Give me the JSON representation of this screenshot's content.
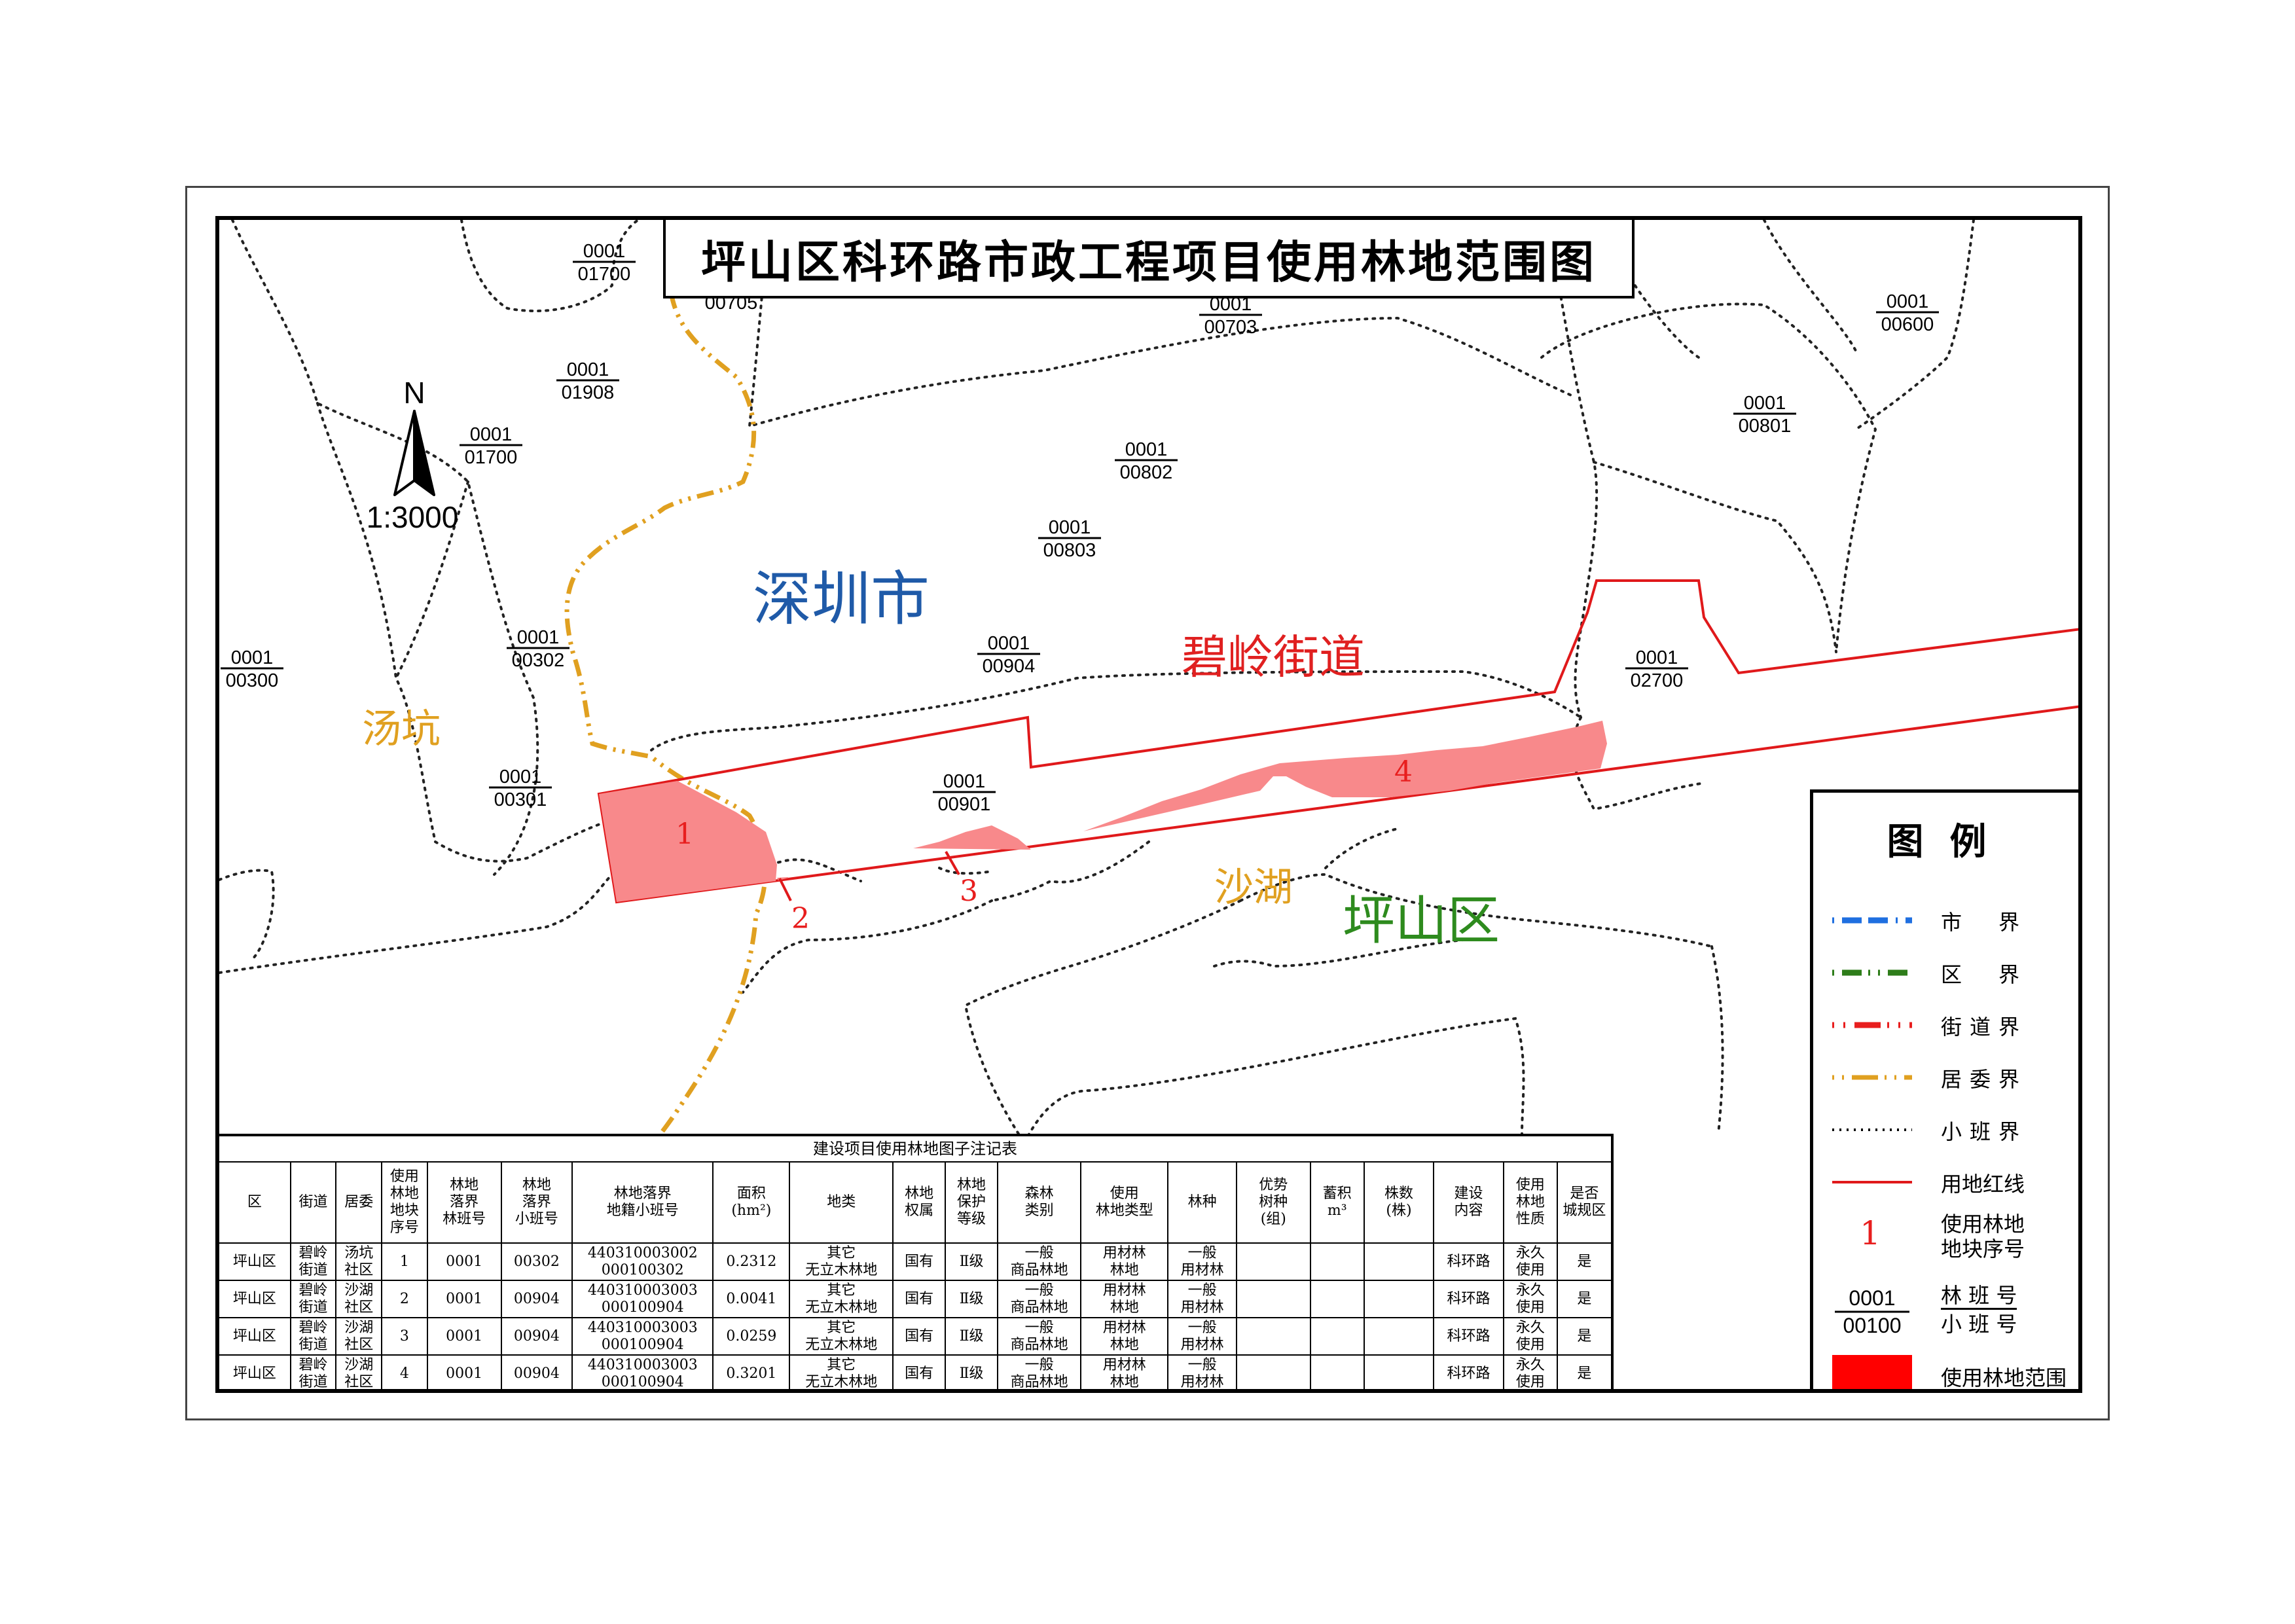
{
  "title": "坪山区科环路市政工程项目使用林地范围图",
  "scale": "1:3000",
  "north": "N",
  "regions": {
    "city": "深圳市",
    "district": "坪山区",
    "street": "碧岭街道",
    "community_a": "汤坑",
    "community_b": "沙湖"
  },
  "compartments": [
    {
      "forest": "0001",
      "sub": "01700"
    },
    {
      "forest": "0001",
      "sub": "01908"
    },
    {
      "forest": "0001",
      "sub": "01700"
    },
    {
      "forest": "0001",
      "sub": "00703"
    },
    {
      "forest": "0001",
      "sub": "00600"
    },
    {
      "forest": "0001",
      "sub": "00801"
    },
    {
      "forest": "0001",
      "sub": "00802"
    },
    {
      "forest": "0001",
      "sub": "00803"
    },
    {
      "forest": "0001",
      "sub": "00302"
    },
    {
      "forest": "0001",
      "sub": "00300"
    },
    {
      "forest": "0001",
      "sub": "00904"
    },
    {
      "forest": "0001",
      "sub": "02700"
    },
    {
      "forest": "0001",
      "sub": "00301"
    },
    {
      "forest": "0001",
      "sub": "00901"
    }
  ],
  "partial_label": "00705",
  "plot_numbers": [
    "1",
    "2",
    "3",
    "4"
  ],
  "colors": {
    "city_boundary": "#1f6fe0",
    "district_boundary": "#2e7d1a",
    "street_boundary": "#e81e1e",
    "community_boundary": "#e0a020",
    "redline": "#e0191b",
    "forest_use_fill": "#f8898b",
    "legend_fill": "#ff0000",
    "city_label": "#1f5aa8",
    "district_label": "#2e8b1e",
    "street_label": "#e02020",
    "community_label": "#e0a020"
  },
  "legend": {
    "title": "图例",
    "items": [
      {
        "label": "市　界",
        "symbol": "city-boundary-line"
      },
      {
        "label": "区　界",
        "symbol": "district-boundary-line"
      },
      {
        "label": "街道界",
        "symbol": "street-boundary-line"
      },
      {
        "label": "居委界",
        "symbol": "community-boundary-line"
      },
      {
        "label": "小班界",
        "symbol": "subcompartment-boundary-line"
      },
      {
        "label": "用地红线",
        "symbol": "redline"
      },
      {
        "label": "使用林地\n地块序号",
        "symbol": "plot-number",
        "sample": "1"
      },
      {
        "label_top": "林 班 号",
        "label_bottom": "小 班 号",
        "symbol": "compartment-label",
        "sample_top": "0001",
        "sample_bottom": "00100"
      },
      {
        "label": "使用林地范围",
        "symbol": "forest-use-fill"
      }
    ]
  },
  "table": {
    "caption": "建设项目使用林地图子注记表",
    "headers": [
      "区",
      "街道",
      "居委",
      "使用\n林地\n地块\n序号",
      "林地\n落界\n林班号",
      "林地\n落界\n小班号",
      "林地落界\n地籍小班号",
      "面积\n(hm²)",
      "地类",
      "林地\n权属",
      "林地\n保护\n等级",
      "森林\n类别",
      "使用\n林地类型",
      "林种",
      "优势\n树种\n(组)",
      "蓄积\nm³",
      "株数\n(株)",
      "建设\n内容",
      "使用\n林地\n性质",
      "是否\n城规区"
    ],
    "rows": [
      [
        "坪山区",
        "碧岭\n街道",
        "汤坑\n社区",
        "1",
        "0001",
        "00302",
        "440310003002\n000100302",
        "0.2312",
        "其它\n无立木林地",
        "国有",
        "Ⅱ级",
        "一般\n商品林地",
        "用材林\n林地",
        "一般\n用材林",
        "",
        "",
        "",
        "科环路",
        "永久\n使用",
        "是"
      ],
      [
        "坪山区",
        "碧岭\n街道",
        "沙湖\n社区",
        "2",
        "0001",
        "00904",
        "440310003003\n000100904",
        "0.0041",
        "其它\n无立木林地",
        "国有",
        "Ⅱ级",
        "一般\n商品林地",
        "用材林\n林地",
        "一般\n用材林",
        "",
        "",
        "",
        "科环路",
        "永久\n使用",
        "是"
      ],
      [
        "坪山区",
        "碧岭\n街道",
        "沙湖\n社区",
        "3",
        "0001",
        "00904",
        "440310003003\n000100904",
        "0.0259",
        "其它\n无立木林地",
        "国有",
        "Ⅱ级",
        "一般\n商品林地",
        "用材林\n林地",
        "一般\n用材林",
        "",
        "",
        "",
        "科环路",
        "永久\n使用",
        "是"
      ],
      [
        "坪山区",
        "碧岭\n街道",
        "沙湖\n社区",
        "4",
        "0001",
        "00904",
        "440310003003\n000100904",
        "0.3201",
        "其它\n无立木林地",
        "国有",
        "Ⅱ级",
        "一般\n商品林地",
        "用材林\n林地",
        "一般\n用材林",
        "",
        "",
        "",
        "科环路",
        "永久\n使用",
        "是"
      ]
    ]
  }
}
